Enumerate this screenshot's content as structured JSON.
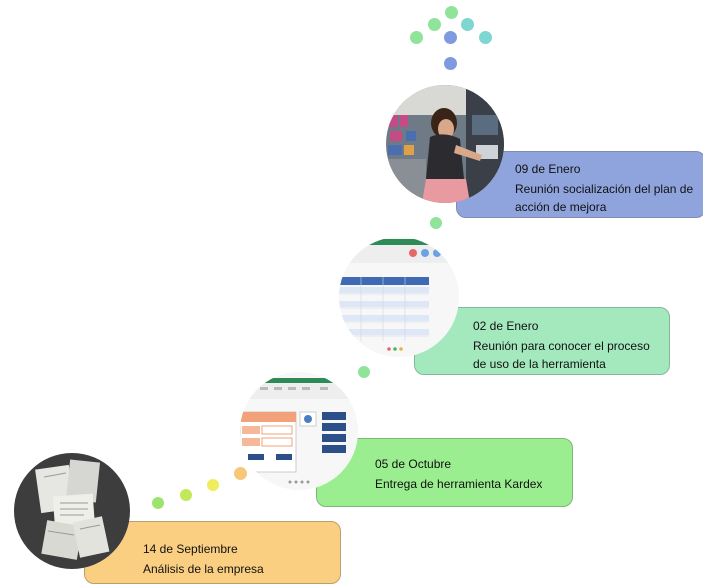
{
  "milestones": [
    {
      "date": "14 de Septiembre",
      "desc": "Análisis de la empresa",
      "color": "#fbcf82",
      "border": "#b9a06d"
    },
    {
      "date": "05 de Octubre",
      "desc": "Entrega de herramienta Kardex",
      "color": "#9aee8f",
      "border": "#82b57a"
    },
    {
      "date": "02 de Enero",
      "desc": "Reunión para conocer el proceso de uso de la herramienta",
      "color": "#a4e9be",
      "border": "#86b79a"
    },
    {
      "date": "09 de Enero",
      "desc": "Reunión socialización del plan de acción de mejora",
      "color": "#8fa4dc",
      "border": "#7f8bb3"
    }
  ],
  "arrow_colors": {
    "green": "#8fe39a",
    "teal": "#7ed6d2",
    "blue": "#7f9be0"
  }
}
